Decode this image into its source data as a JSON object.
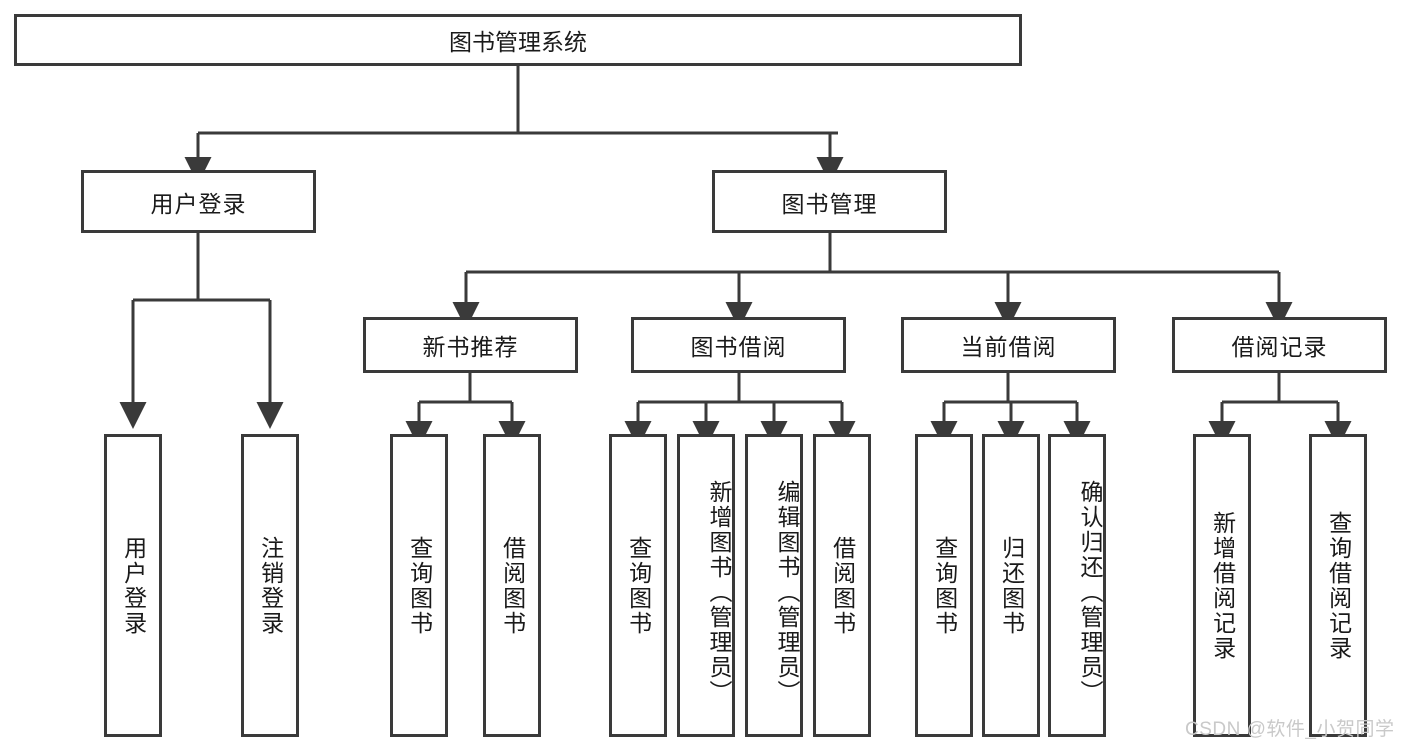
{
  "diagram": {
    "type": "tree",
    "title": "图书管理系统",
    "watermark": "CSDN @软件_小贺同学",
    "colors": {
      "border": "#3a3a3a",
      "background": "#ffffff",
      "text": "#1a1a1a",
      "watermark": "#c9c9c9"
    },
    "nodes": {
      "root": {
        "label": "图书管理系统"
      },
      "level2": [
        {
          "label": "用户登录"
        },
        {
          "label": "图书管理"
        }
      ],
      "level3": [
        {
          "label": "新书推荐"
        },
        {
          "label": "图书借阅"
        },
        {
          "label": "当前借阅"
        },
        {
          "label": "借阅记录"
        }
      ],
      "leaves": {
        "user_login": [
          {
            "label": "用户登录"
          },
          {
            "label": "注销登录"
          }
        ],
        "new_book": [
          {
            "label": "查询图书"
          },
          {
            "label": "借阅图书"
          }
        ],
        "book_borrow": [
          {
            "label": "查询图书"
          },
          {
            "label": "新增图书（管理员）"
          },
          {
            "label": "编辑图书（管理员）"
          },
          {
            "label": "借阅图书"
          }
        ],
        "current_borrow": [
          {
            "label": "查询图书"
          },
          {
            "label": "归还图书"
          },
          {
            "label": "确认归还（管理员）"
          }
        ],
        "borrow_record": [
          {
            "label": "新增借阅记录"
          },
          {
            "label": "查询借阅记录"
          }
        ]
      }
    }
  }
}
